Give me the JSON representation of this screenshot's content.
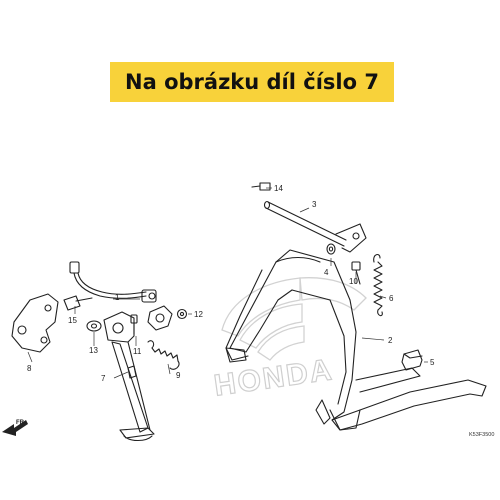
{
  "banner": {
    "text": "Na obrázku díl číslo 7"
  },
  "watermark": {
    "text": "HONDA"
  },
  "direction_label": "FR.",
  "diagram_code": "K53F3500",
  "callouts": {
    "c1": "1",
    "c2": "2",
    "c3": "3",
    "c4": "4",
    "c5": "5",
    "c6": "6",
    "c7": "7",
    "c8": "8",
    "c9": "9",
    "c10": "10",
    "c11": "11",
    "c12": "12",
    "c13": "13",
    "c14": "14",
    "c15": "15"
  },
  "colors": {
    "banner": "#f8d23a",
    "line": "#222222",
    "watermark": "#cfcfcf"
  }
}
